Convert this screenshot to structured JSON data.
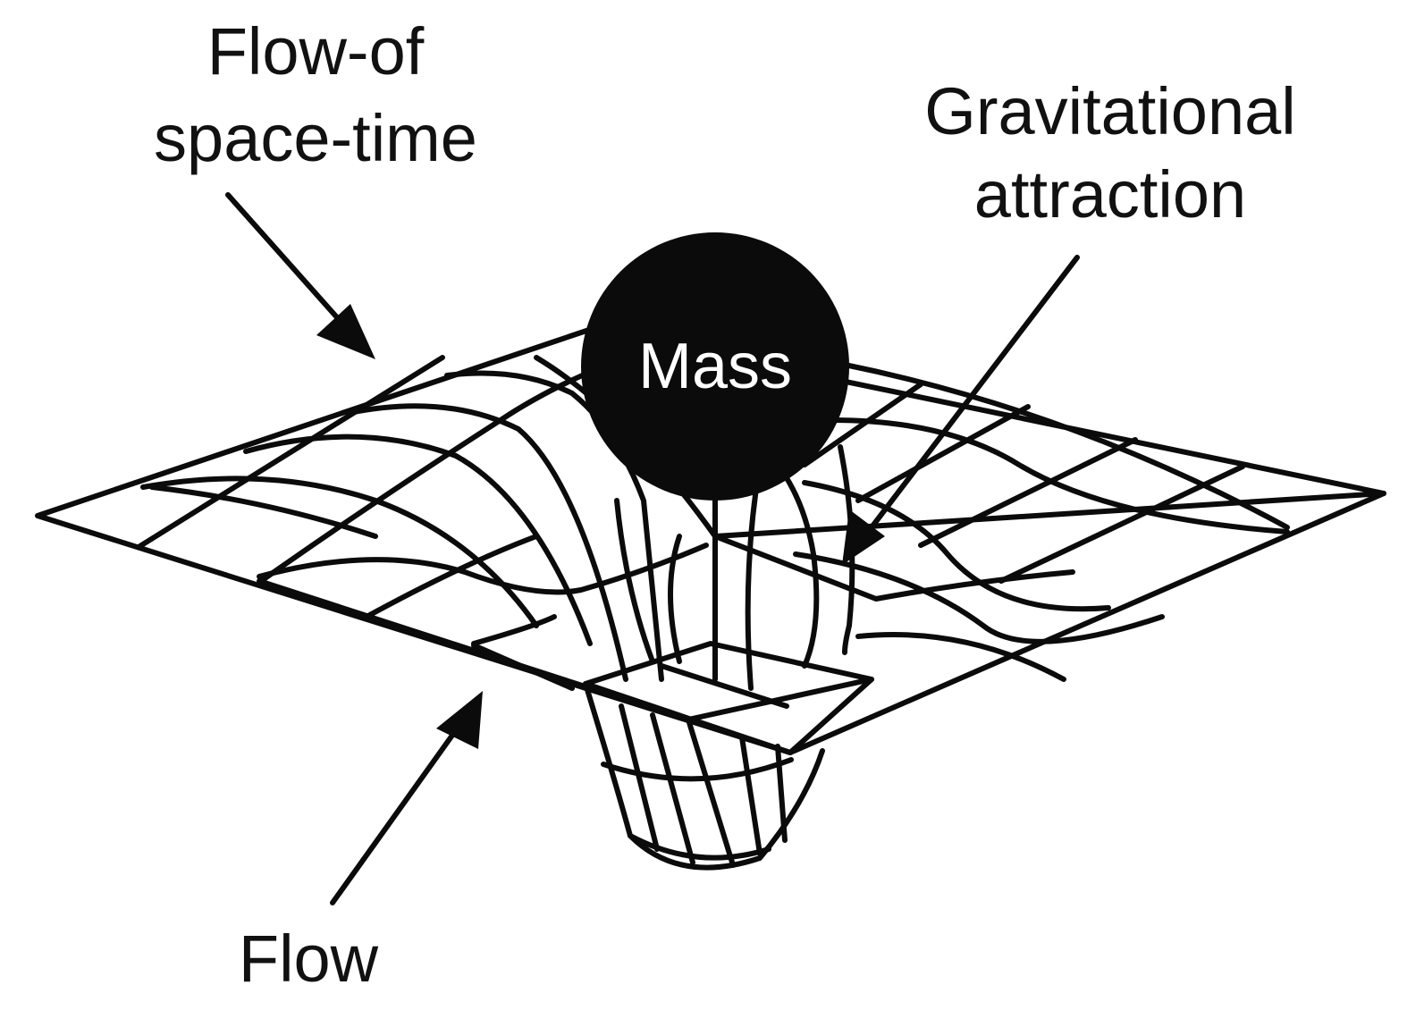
{
  "labels": {
    "top_left_line1": "Flow-of",
    "top_left_line2": "space-time",
    "top_right_line1": "Gravitational",
    "top_right_line2": "attraction",
    "bottom_left": "Flow",
    "mass": "Mass"
  },
  "colors": {
    "ink": "#0b0b0b",
    "background": "#ffffff",
    "mass_fill": "#0b0b0b",
    "mass_text": "#ffffff"
  }
}
